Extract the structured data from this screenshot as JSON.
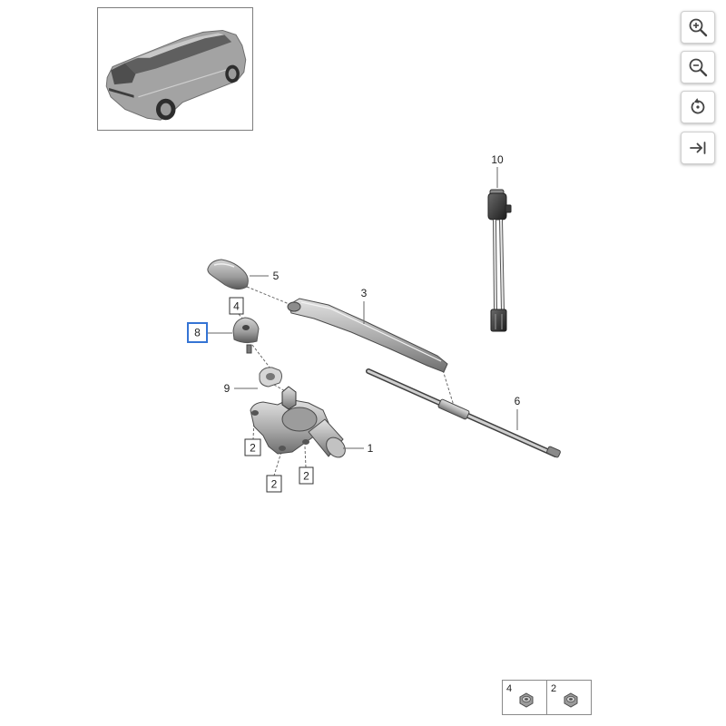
{
  "thumbnail": {
    "icon": "vehicle-overview-image"
  },
  "toolbar": [
    {
      "icon": "zoom-in-icon"
    },
    {
      "icon": "zoom-out-icon"
    },
    {
      "icon": "reset-view-icon"
    },
    {
      "icon": "collapse-panel-icon"
    }
  ],
  "accent_color": "#3574d4",
  "callouts": [
    {
      "label": "10",
      "boxed": false,
      "selected": false
    },
    {
      "label": "5",
      "boxed": false,
      "selected": false
    },
    {
      "label": "3",
      "boxed": false,
      "selected": false
    },
    {
      "label": "4",
      "boxed": true,
      "selected": false
    },
    {
      "label": "8",
      "boxed": true,
      "selected": true
    },
    {
      "label": "9",
      "boxed": false,
      "selected": false
    },
    {
      "label": "6",
      "boxed": false,
      "selected": false
    },
    {
      "label": "2",
      "boxed": true,
      "selected": false
    },
    {
      "label": "1",
      "boxed": false,
      "selected": false
    },
    {
      "label": "2",
      "boxed": true,
      "selected": false
    },
    {
      "label": "2",
      "boxed": true,
      "selected": false
    }
  ],
  "legend": [
    {
      "label": "4",
      "icon": "hex-nut-icon"
    },
    {
      "label": "2",
      "icon": "hex-nut-icon"
    }
  ]
}
